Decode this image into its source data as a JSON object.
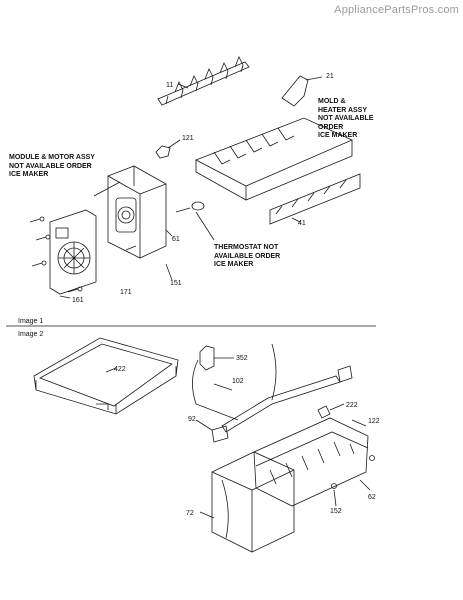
{
  "watermark": "AppliancePartsPros.com",
  "image1": {
    "label": "Image 1",
    "captions": {
      "module_motor": "MODULE & MOTOR ASSY\nNOT AVAILABLE ORDER\nICE MAKER",
      "mold_heater": "MOLD &\nHEATER ASSY\nNOT AVAILABLE\nORDER\nICE MAKER",
      "thermostat": "THERMOSTAT NOT\nAVAILABLE ORDER\nICE MAKER"
    },
    "callouts": [
      "11",
      "21",
      "121",
      "41",
      "61",
      "151",
      "171",
      "161"
    ]
  },
  "image2": {
    "label": "Image 2",
    "callouts": [
      "422",
      "352",
      "102",
      "92",
      "222",
      "122",
      "62",
      "152",
      "72"
    ]
  },
  "colors": {
    "line": "#1a1a1a",
    "background": "#ffffff",
    "watermark": "#9a9a9a"
  }
}
